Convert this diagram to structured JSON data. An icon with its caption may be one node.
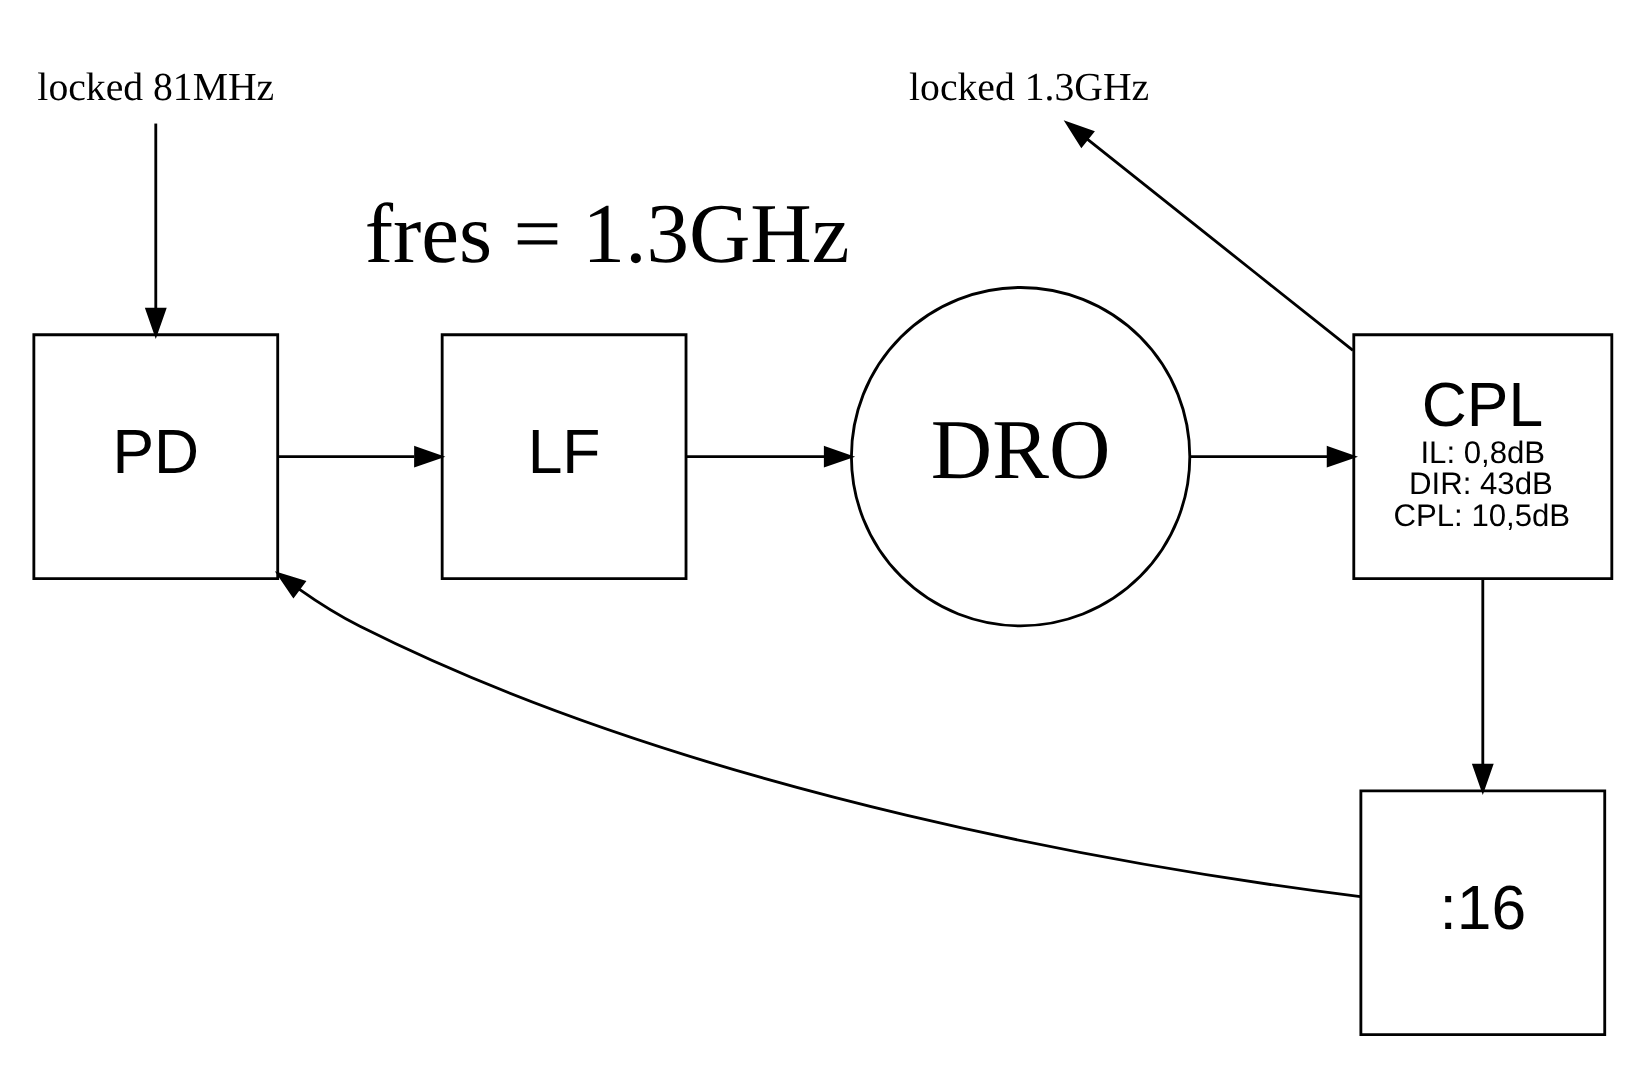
{
  "diagram": {
    "nodes": [
      {
        "text": [
          "locked 81MHz"
        ]
      },
      {
        "text": [
          "PD"
        ]
      },
      {
        "text": [
          "LF"
        ]
      },
      {
        "text": [
          "DRO"
        ],
        "beside": [
          "fres = 1.3GHz"
        ]
      },
      {
        "text": [
          "CPL",
          "IL: 0,8dB",
          "DIR: 43dB",
          "CPL: 10,5dB"
        ]
      },
      {
        "text": [
          ":16"
        ]
      },
      {
        "text": [
          "locked 1.3GHz"
        ]
      }
    ],
    "edges": [
      {
        "from": 0,
        "to": 1,
        "arrow": "to"
      },
      {
        "from": 1,
        "to": 2,
        "arrow": "to"
      },
      {
        "from": 2,
        "to": 3,
        "arrow": "to"
      },
      {
        "from": 3,
        "to": 4,
        "arrow": "to"
      },
      {
        "from": 4,
        "to": 6,
        "arrow": "to"
      },
      {
        "from": 4,
        "to": 5,
        "arrow": "to"
      },
      {
        "from": 5,
        "to": 1,
        "arrow": "to"
      }
    ]
  }
}
